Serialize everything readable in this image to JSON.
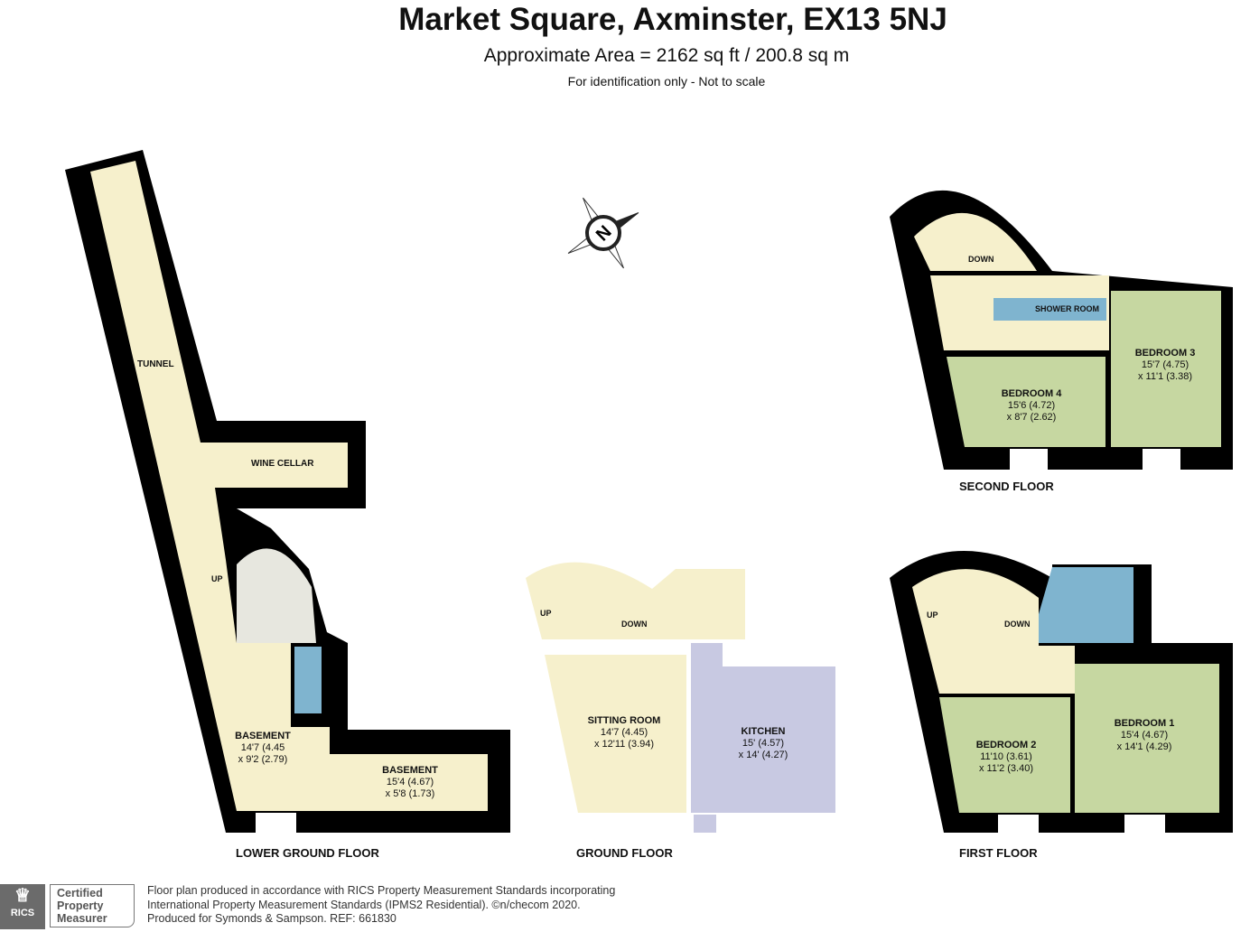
{
  "header": {
    "title": "Market Square, Axminster, EX13 5NJ",
    "area": "Approximate Area = 2162 sq ft / 200.8 sq m",
    "note": "For identification only - Not to scale"
  },
  "compass": {
    "label": "N"
  },
  "floors": {
    "lower_ground": {
      "label": "LOWER GROUND FLOOR",
      "tunnel": "TUNNEL",
      "wine_cellar": "WINE CELLAR",
      "up": "UP",
      "basement1": {
        "name": "BASEMENT",
        "dim1": "14'7 (4.45",
        "dim2": "x 9'2 (2.79)"
      },
      "basement2": {
        "name": "BASEMENT",
        "dim1": "15'4 (4.67)",
        "dim2": "x 5'8 (1.73)"
      }
    },
    "ground": {
      "label": "GROUND FLOOR",
      "up": "UP",
      "down": "DOWN",
      "sitting": {
        "name": "SITTING ROOM",
        "dim1": "14'7 (4.45)",
        "dim2": "x 12'11 (3.94)"
      },
      "kitchen": {
        "name": "KITCHEN",
        "dim1": "15' (4.57)",
        "dim2": "x 14' (4.27)"
      }
    },
    "first": {
      "label": "FIRST FLOOR",
      "up": "UP",
      "down": "DOWN",
      "bedroom2": {
        "name": "BEDROOM 2",
        "dim1": "11'10 (3.61)",
        "dim2": "x 11'2 (3.40)"
      },
      "bedroom1": {
        "name": "BEDROOM 1",
        "dim1": "15'4 (4.67)",
        "dim2": "x 14'1 (4.29)"
      }
    },
    "second": {
      "label": "SECOND FLOOR",
      "down": "DOWN",
      "shower": "SHOWER ROOM",
      "bedroom4": {
        "name": "BEDROOM 4",
        "dim1": "15'6 (4.72)",
        "dim2": "x 8'7 (2.62)"
      },
      "bedroom3": {
        "name": "BEDROOM 3",
        "dim1": "15'7 (4.75)",
        "dim2": "x 11'1 (3.38)"
      }
    }
  },
  "footer": {
    "rics": "RICS",
    "badge1": "Certified",
    "badge2": "Property",
    "badge3": "Measurer",
    "line1": "Floor plan produced in accordance with RICS Property Measurement Standards incorporating",
    "line2": "International Property Measurement Standards (IPMS2 Residential).   ©n/checom 2020.",
    "line3": "Produced for Symonds & Sampson.   REF:  661830"
  },
  "colors": {
    "wall": "#000000",
    "hall": "#f6f0cc",
    "bedroom": "#c6d7a1",
    "kitchen": "#c8c9e2",
    "bath": "#7fb4cf",
    "stair": "#e7e7df"
  }
}
